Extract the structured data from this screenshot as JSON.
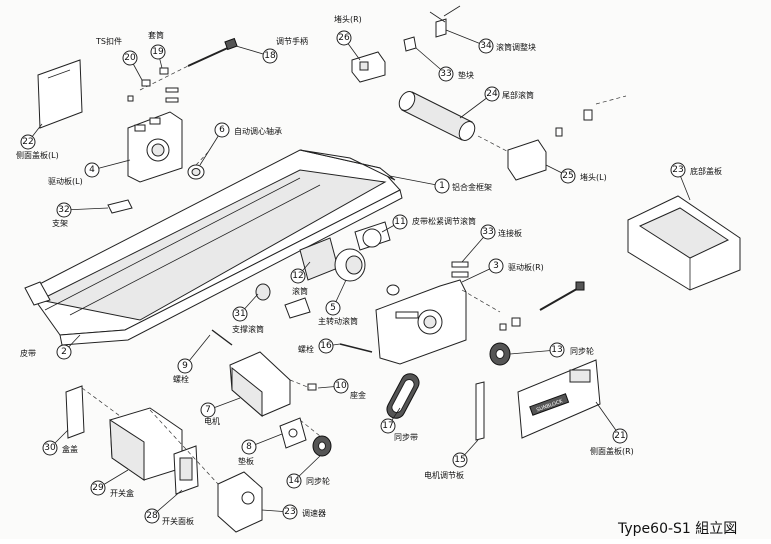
{
  "title": "Type60-S1  組立図",
  "parts": [
    {
      "num": "1",
      "label": "铝合金框架"
    },
    {
      "num": "2",
      "label": "皮带"
    },
    {
      "num": "3",
      "label": "驱动板(R)"
    },
    {
      "num": "4",
      "label": "驱动板(L)"
    },
    {
      "num": "5",
      "label": "主转动滚筒"
    },
    {
      "num": "6",
      "label": "自动调心轴承"
    },
    {
      "num": "7",
      "label": "电机"
    },
    {
      "num": "8",
      "label": "垫板"
    },
    {
      "num": "9",
      "label": "螺栓"
    },
    {
      "num": "10",
      "label": "座金"
    },
    {
      "num": "11",
      "label": "皮带松紧调节滚筒"
    },
    {
      "num": "12",
      "label": "滚筒"
    },
    {
      "num": "13",
      "label": "同步轮"
    },
    {
      "num": "14",
      "label": "同步轮"
    },
    {
      "num": "15",
      "label": "电机调节板"
    },
    {
      "num": "16",
      "label": "螺栓"
    },
    {
      "num": "17",
      "label": "同步带"
    },
    {
      "num": "18",
      "label": "调节手柄"
    },
    {
      "num": "19",
      "label": "套筒"
    },
    {
      "num": "20",
      "label": "TS扣件"
    },
    {
      "num": "21",
      "label": "侧面盖板(R)"
    },
    {
      "num": "22",
      "label": "侧面盖板(L)"
    },
    {
      "num": "23",
      "label": "底部盖板"
    },
    {
      "num": "23",
      "label": "调速器"
    },
    {
      "num": "24",
      "label": "尾部滚筒"
    },
    {
      "num": "25",
      "label": "堵头(L)"
    },
    {
      "num": "26",
      "label": "堵头(R)"
    },
    {
      "num": "28",
      "label": "开关面板"
    },
    {
      "num": "29",
      "label": "开关盒"
    },
    {
      "num": "30",
      "label": "盒盖"
    },
    {
      "num": "31",
      "label": "支撑滚筒"
    },
    {
      "num": "32",
      "label": "支架"
    },
    {
      "num": "33",
      "label": "垫块"
    },
    {
      "num": "33",
      "label": "连接板"
    },
    {
      "num": "34",
      "label": "滚筒调整块"
    }
  ],
  "nameplate": "SUNBLOCK"
}
